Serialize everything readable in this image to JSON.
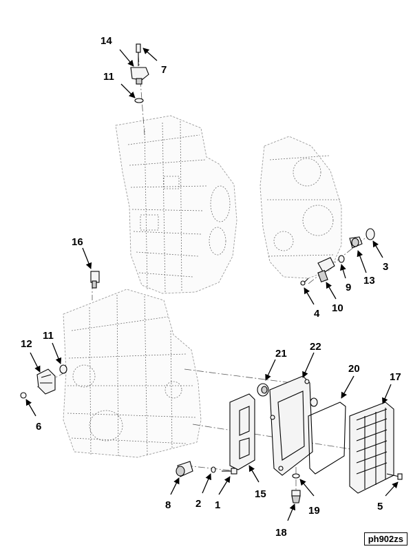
{
  "diagram": {
    "reference_code": "ph902zs",
    "callouts": [
      {
        "id": "c1",
        "label": "1"
      },
      {
        "id": "c2",
        "label": "2"
      },
      {
        "id": "c3",
        "label": "3"
      },
      {
        "id": "c4",
        "label": "4"
      },
      {
        "id": "c5",
        "label": "5"
      },
      {
        "id": "c6",
        "label": "6"
      },
      {
        "id": "c7",
        "label": "7"
      },
      {
        "id": "c8",
        "label": "8"
      },
      {
        "id": "c9",
        "label": "9"
      },
      {
        "id": "c10",
        "label": "10"
      },
      {
        "id": "c11a",
        "label": "11"
      },
      {
        "id": "c11b",
        "label": "11"
      },
      {
        "id": "c12",
        "label": "12"
      },
      {
        "id": "c13",
        "label": "13"
      },
      {
        "id": "c14",
        "label": "14"
      },
      {
        "id": "c15",
        "label": "15"
      },
      {
        "id": "c16",
        "label": "16"
      },
      {
        "id": "c17",
        "label": "17"
      },
      {
        "id": "c18",
        "label": "18"
      },
      {
        "id": "c19",
        "label": "19"
      },
      {
        "id": "c20",
        "label": "20"
      },
      {
        "id": "c21",
        "label": "21"
      },
      {
        "id": "c22",
        "label": "22"
      }
    ]
  }
}
